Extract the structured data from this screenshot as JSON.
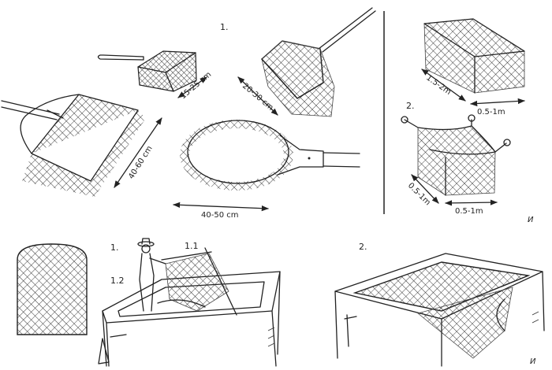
{
  "top_left_panel": {
    "section_number": "1.",
    "dimensions": {
      "small_basket": "15-25 cm",
      "diamond_net": "20-30 cm",
      "square_net": "40-60 cm",
      "oval_net": "40-50 cm"
    }
  },
  "top_right_panel": {
    "section_number": "2.",
    "dimensions": {
      "frame_box_length": "1.5-2m",
      "frame_box_width": "0.5-1m",
      "hanging_net_length": "0.5-1m",
      "hanging_net_width": "0.5-1m"
    },
    "signature": "И"
  },
  "bottom_left_panel": {
    "section_number": "1.",
    "sub_label_1": "1.1",
    "sub_label_2": "1.2"
  },
  "bottom_right_panel": {
    "section_number": "2.",
    "signature": "И"
  },
  "colors": {
    "ink": "#222222",
    "paper": "#ffffff"
  }
}
